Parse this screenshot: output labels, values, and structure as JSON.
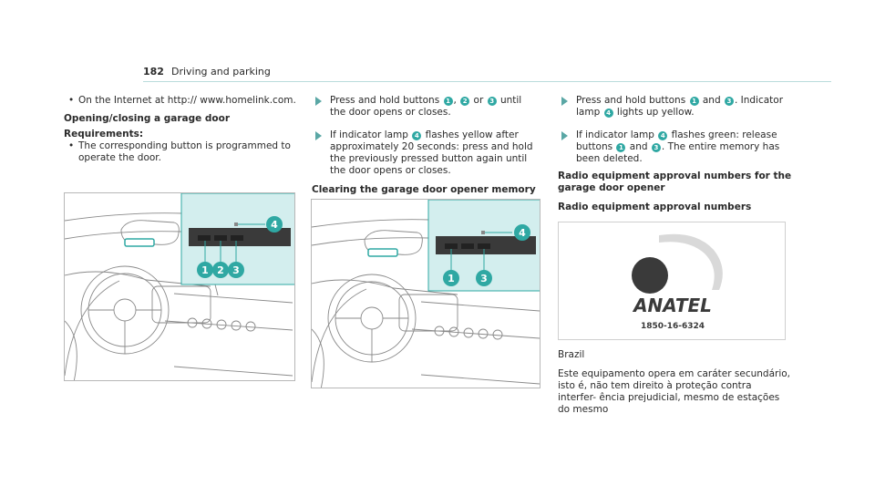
{
  "header": {
    "page_number": "182",
    "section": "Driving and parking"
  },
  "col1": {
    "bullet1": "On the Internet at http:// www.homelink.com.",
    "heading": "Opening/closing a garage door",
    "req_heading": "Requirements:",
    "req_bullet": "The corresponding button is programmed to operate the door."
  },
  "col2": {
    "step1": {
      "a": "Press and hold buttons ",
      "n1": "1",
      "b": ", ",
      "n2": "2",
      "c": " or ",
      "n3": "3",
      "d": " until the door opens or closes."
    },
    "step2": {
      "a": "If indicator lamp ",
      "n1": "4",
      "b": " flashes yellow after approximately 20 seconds: press and hold the previously pressed button again until the door opens or closes."
    },
    "heading": "Clearing the garage door opener memory"
  },
  "col3": {
    "step1": {
      "a": "Press and hold buttons ",
      "n1": "1",
      "b": " and ",
      "n2": "3",
      "c": ". Indicator lamp ",
      "n3": "4",
      "d": " lights up yellow."
    },
    "step2": {
      "a": "If indicator lamp ",
      "n1": "4",
      "b": " flashes green: release buttons ",
      "n2": "1",
      "c": " and ",
      "n3": "3",
      "d": ". The entire memory has been deleted."
    },
    "heading1": "Radio equipment approval numbers for the garage door opener",
    "heading2": "Radio equipment approval numbers",
    "logo_text": "ANATEL",
    "logo_code": "1850-16-6324",
    "country": "Brazil",
    "paragraph": "Este equipamento opera em caráter secundário, isto é, não tem direito à proteção contra interfer- ência prejudicial, mesmo de estações do mesmo"
  },
  "figure1": {
    "callouts": [
      "1",
      "2",
      "3",
      "4"
    ]
  },
  "figure2": {
    "callouts": [
      "1",
      "3",
      "4"
    ]
  },
  "colors": {
    "accent": "#2fa8a3",
    "panel": "#d3eeee",
    "rule": "#b9dcdc"
  }
}
